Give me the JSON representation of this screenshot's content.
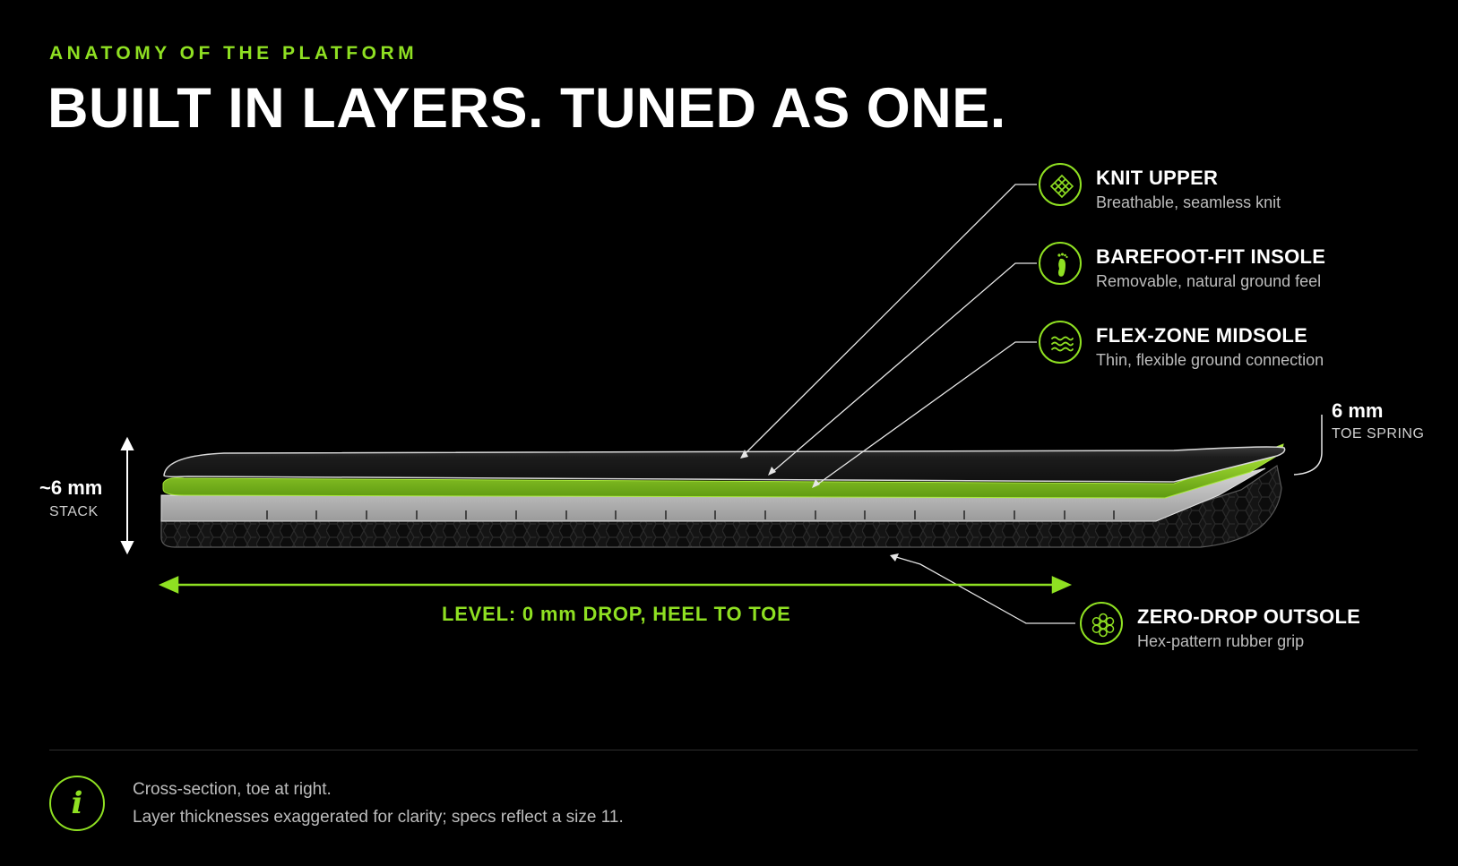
{
  "header": {
    "eyebrow": "ANATOMY OF THE PLATFORM",
    "headline": "BUILT IN LAYERS. TUNED AS ONE."
  },
  "layers": [
    {
      "title": "KNIT UPPER",
      "description": "Breathable, seamless knit",
      "icon": "knit-mesh-icon"
    },
    {
      "title": "BAREFOOT-FIT INSOLE",
      "description": "Removable, natural ground feel",
      "icon": "footprint-icon"
    },
    {
      "title": "FLEX-ZONE MIDSOLE",
      "description": "Thin, flexible ground connection",
      "icon": "waves-icon"
    },
    {
      "title": "ZERO-DROP OUTSOLE",
      "description": "Hex-pattern rubber grip",
      "icon": "hexagon-cluster-icon"
    }
  ],
  "dimensions": {
    "stack_value": "~6 mm",
    "stack_label": "STACK",
    "toe_spring_value": "6 mm",
    "toe_spring_label": "TOE SPRING",
    "level_label": "LEVEL: 0 mm DROP, HEEL TO TOE"
  },
  "footer": {
    "note_line1": "Cross-section, toe at right.",
    "note_line2": "Layer thicknesses exaggerated for clarity; specs reflect a size 11.",
    "info_icon_glyph": "i"
  },
  "colors": {
    "accent": "#8fe022",
    "background": "#000000"
  }
}
